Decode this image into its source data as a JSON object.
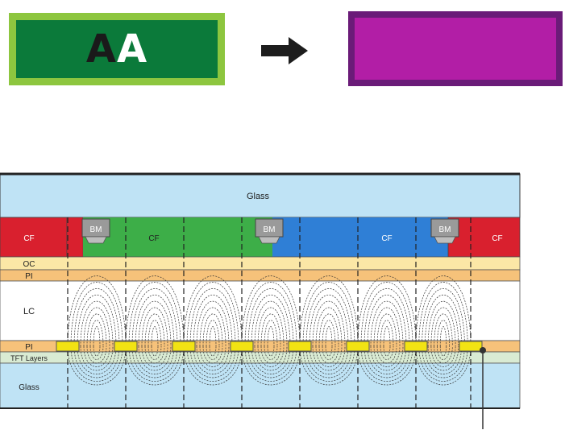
{
  "top": {
    "left_box": {
      "text_dark": "A",
      "text_light": "A"
    },
    "arrow": {
      "icon": "arrow-right-icon"
    }
  },
  "layers": {
    "glass_top": "Glass",
    "cf_left": "CF",
    "cf_green": "CF",
    "cf_blue": "CF",
    "cf_right": "CF",
    "bm": "BM",
    "oc": "OC",
    "pi_top": "PI",
    "lc": "LC",
    "pi_bottom": "PI",
    "tft": "TFT Layers",
    "glass_bottom": "Glass"
  },
  "colors": {
    "glass": "#bfe3f5",
    "cf_red": "#d9202e",
    "cf_green": "#3dae48",
    "cf_blue": "#2f7fd6",
    "bm": "#9a9a9a",
    "oc": "#fbe7a6",
    "pi": "#f6c27a",
    "electrode": "#f2e313",
    "tft": "#d9ebd3"
  }
}
